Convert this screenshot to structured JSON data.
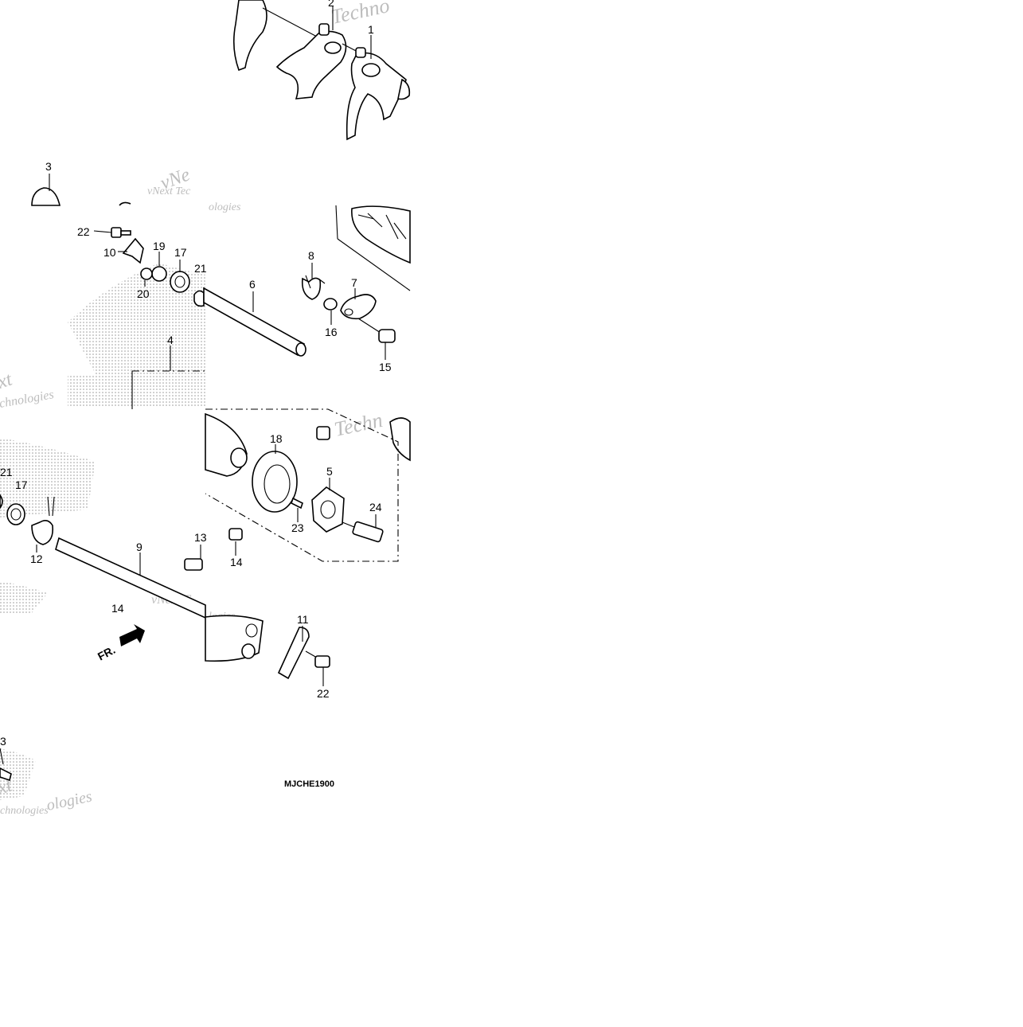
{
  "diagram": {
    "part_labels": [
      "2",
      "1",
      "3",
      "22",
      "10",
      "19",
      "17",
      "21",
      "20",
      "6",
      "8",
      "7",
      "16",
      "15",
      "4",
      "18",
      "5",
      "24",
      "23",
      "14",
      "21",
      "17",
      "12",
      "9",
      "13",
      "14",
      "11",
      "22",
      "3"
    ],
    "direction_label": "FR.",
    "diagram_code": "MJCHE1900",
    "watermarks": [
      "Techno",
      "vNe",
      "vNext Tec",
      "ologies",
      "xt",
      "chnologies",
      "Techn",
      "vNext T",
      "logies",
      "xt",
      "ologies",
      "chnologies"
    ]
  },
  "colors": {
    "line": "#000000",
    "halftone": "#9a9a9a",
    "watermark": "#bdbdbd",
    "background": "#ffffff"
  }
}
